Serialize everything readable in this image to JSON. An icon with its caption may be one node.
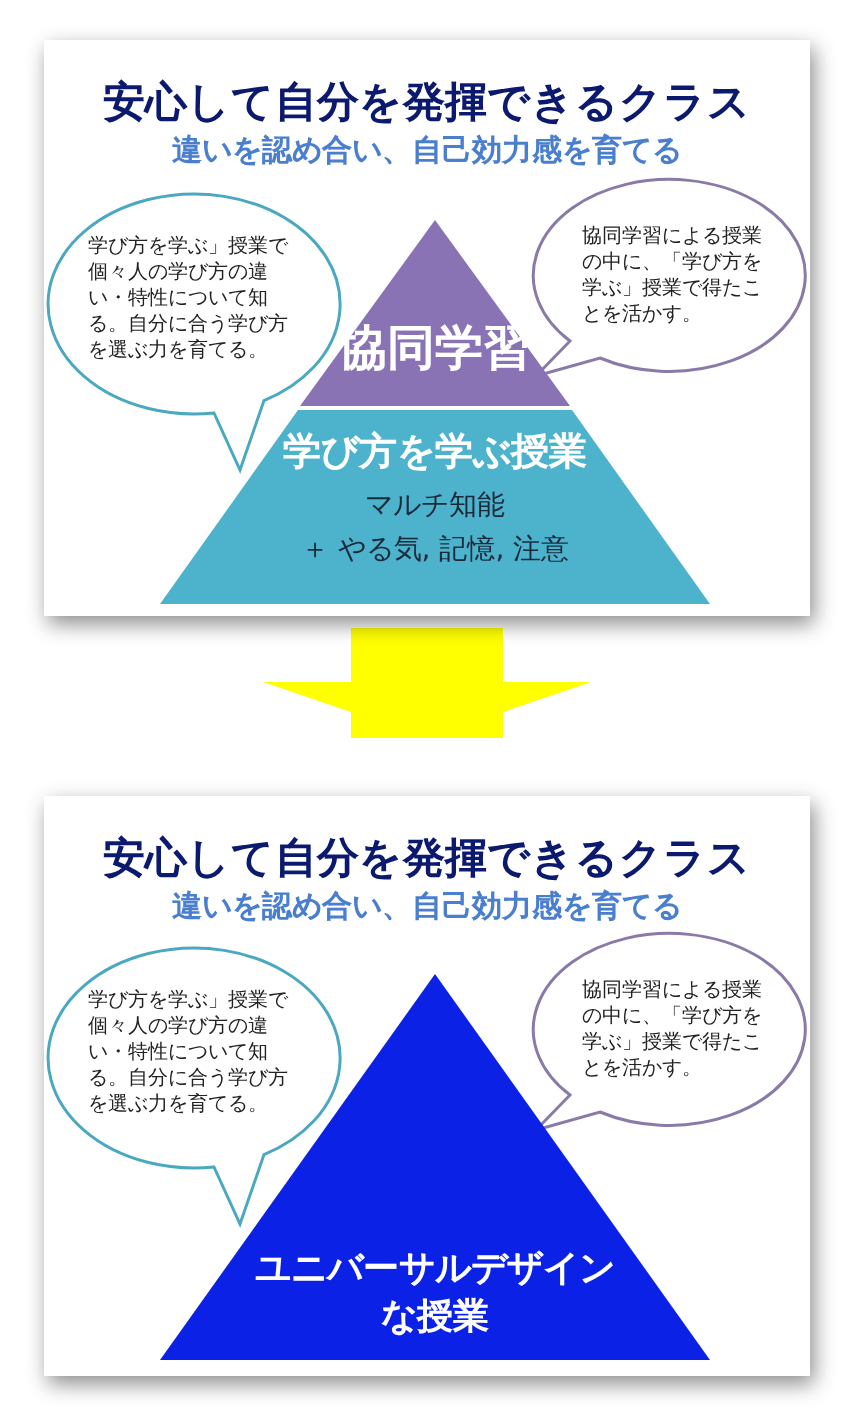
{
  "diagram": {
    "nodes": [
      {
        "text": [
          "安心して自分を発揮できるクラス",
          "違いを認め合い、自己効力感を育てる"
        ]
      },
      {
        "text": [
          "学び方を学ぶ」授業で個々人の学び方の違い・特性について知る。自分に合う学び方を選ぶ力を育てる。"
        ],
        "in": 0
      },
      {
        "text": [
          "協同学習による授業の中に、「学び方を学ぶ」授業で得たことを活かす。"
        ],
        "in": 0
      },
      {
        "text": [
          "協同学習"
        ],
        "in": 0
      },
      {
        "text": [
          "学び方を学ぶ授業",
          "マルチ知能",
          "＋ やる気, 記憶, 注意"
        ],
        "in": 0
      },
      {
        "text": [
          "安心して自分を発揮できるクラス",
          "違いを認め合い、自己効力感を育てる"
        ]
      },
      {
        "text": [
          "学び方を学ぶ」授業で個々人の学び方の違い・特性について知る。自分に合う学び方を選ぶ力を育てる。"
        ],
        "in": 5
      },
      {
        "text": [
          "協同学習による授業の中に、「学び方を学ぶ」授業で得たことを活かす。"
        ],
        "in": 5
      },
      {
        "text": [
          "ユニバーサルデザインな授業"
        ],
        "in": 5
      }
    ],
    "edges": [
      {
        "from": 0,
        "to": 5,
        "arrow": "to",
        "color": "#ffff00"
      }
    ]
  }
}
